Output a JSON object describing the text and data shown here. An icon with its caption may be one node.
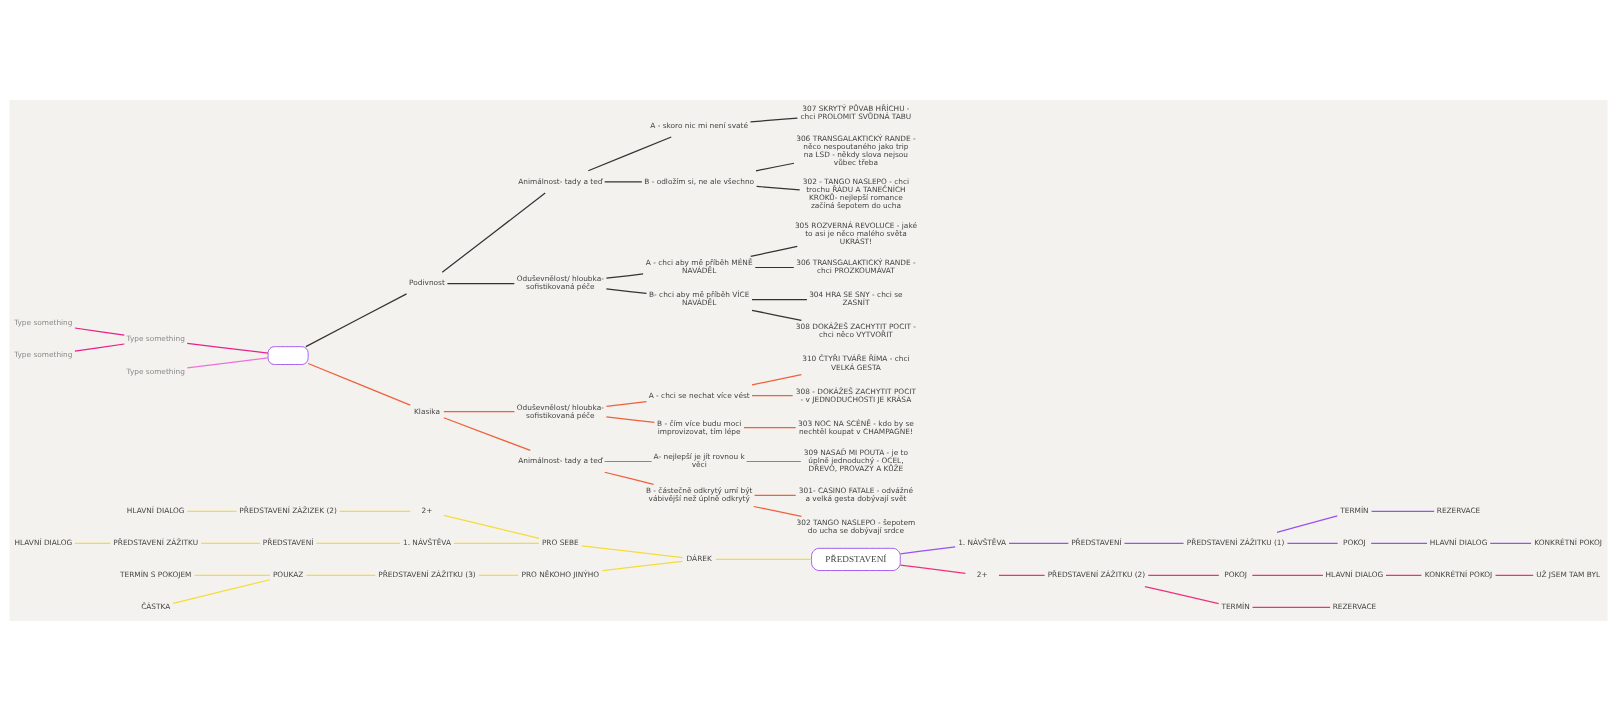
{
  "diagram": {
    "nodes": [
      {
        "text": [
          "HLAVNÍ DIALOG"
        ]
      },
      {
        "text": [
          "PŘEDSTAVENÍ ZÁŽITKU"
        ]
      },
      {
        "text": [
          "PŘEDSTAVENÍ"
        ]
      },
      {
        "text": [
          "1. NÁVŠTĚVA"
        ]
      },
      {
        "text": [
          "HLAVNÍ DIALOG"
        ]
      },
      {
        "text": [
          "PŘEDSTAVENÍ ZÁŽIZEK (2)"
        ]
      },
      {
        "text": [
          "2+"
        ]
      },
      {
        "text": [
          "PRO SEBE"
        ]
      },
      {
        "text": [
          "ČÁSTKA"
        ]
      },
      {
        "text": [
          "TERMÍN S POKOJEM"
        ]
      },
      {
        "text": [
          "POUKAZ"
        ]
      },
      {
        "text": [
          "PŘEDSTAVENÍ ZÁŽITKU (3)"
        ]
      },
      {
        "text": [
          "PRO NĚKOHO JINÝHO"
        ]
      },
      {
        "text": [
          "DÁREK"
        ]
      },
      {
        "text": [
          "PŘEDSTAVENÍ"
        ]
      },
      {
        "text": [
          "1. NÁVŠTĚVA"
        ]
      },
      {
        "text": [
          "PŘEDSTAVENÍ"
        ]
      },
      {
        "text": [
          "PŘEDSTAVENÍ ZÁŽITKU (1)"
        ]
      },
      {
        "text": [
          "TERMÍN"
        ]
      },
      {
        "text": [
          "REZERVACE"
        ]
      },
      {
        "text": [
          "POKOJ"
        ]
      },
      {
        "text": [
          "HLAVNÍ DIALOG"
        ]
      },
      {
        "text": [
          "KONKRÉTNÍ POKOJ"
        ]
      },
      {
        "text": [
          "2+"
        ]
      },
      {
        "text": [
          "PŘEDSTAVENÍ ZÁŽITKU (2)"
        ]
      },
      {
        "text": [
          "TERMÍN"
        ]
      },
      {
        "text": [
          "REZERVACE"
        ]
      },
      {
        "text": [
          "POKOJ"
        ]
      },
      {
        "text": [
          "HLAVNÍ DIALOG"
        ]
      },
      {
        "text": [
          "KONKRÉTNÍ POKOJ"
        ]
      },
      {
        "text": [
          "UŽ JSEM TAM BYL"
        ]
      },
      {
        "text": [
          "Type something"
        ]
      },
      {
        "text": [
          "Type something"
        ]
      },
      {
        "text": [
          "Type something"
        ]
      },
      {
        "text": [
          "Type something"
        ]
      },
      {
        "text": [],
        "shape": "box"
      },
      {
        "text": [
          "Podivnost"
        ]
      },
      {
        "text": [
          "Animálnost- tady a teď"
        ]
      },
      {
        "text": [
          "A - skoro nic mi není svaté"
        ]
      },
      {
        "text": [
          "307 SKRYTÝ PŮVAB HŘÍCHU - chci PROLOMIT SVŮDNÁ TABU"
        ]
      },
      {
        "text": [
          "B - odložím si, ne ale všechno"
        ]
      },
      {
        "text": [
          "306 TRANSGALAKTICKÝ RANDE - něco nespoutaného jako trip na LSD - někdy slova nejsou vůbec třeba"
        ]
      },
      {
        "text": [
          "302 - TANGO NASLEPO - chci trochu ŘÁDU A TANEČNÍCH KROKŮ- nejlepší romance začíná šepotem do ucha"
        ]
      },
      {
        "text": [
          "Oduševnělost/ hloubka- sofistikovaná péče"
        ]
      },
      {
        "text": [
          "A - chci aby mě příběh MÉNĚ NAVÁDĚL"
        ]
      },
      {
        "text": [
          "305 ROZVERNÁ REVOLUCE - jaké to asi je něco malého světa UKRÁST!"
        ]
      },
      {
        "text": [
          "306 TRANSGALAKTICKÝ RANDE - chci PROZKOUMÁVAT"
        ]
      },
      {
        "text": [
          "B- chci aby mě příběh VÍCE NAVÁDĚL"
        ]
      },
      {
        "text": [
          "304 HRA SE SNY - chci se ZASNÍT"
        ]
      },
      {
        "text": [
          "308 DOKÁŽEŠ ZACHYTIT POCIT - chci něco VYTVOŘIT"
        ]
      },
      {
        "text": [
          "Klasika"
        ]
      },
      {
        "text": [
          "Oduševnělost/ hloubka- sofistikovaná péče"
        ]
      },
      {
        "text": [
          "A - chci se nechat více vést"
        ]
      },
      {
        "text": [
          "310 ČTYŘI TVÁŘE ŘÍMA - chci VELKÁ GESTA"
        ]
      },
      {
        "text": [
          "308 - DOKÁŽEŠ ZACHYTIT POCIT - v JEDNODUCHOSTI JE KRÁSA"
        ]
      },
      {
        "text": [
          "B - čím více budu moci improvizovat, tím lépe"
        ]
      },
      {
        "text": [
          "303 NOC NA SCÉNĚ - kdo by se nechtěl koupat v CHAMPAGNE!"
        ]
      },
      {
        "text": [
          "Animálnost- tady a teď"
        ]
      },
      {
        "text": [
          "A- nejlepší je jít rovnou k věci"
        ]
      },
      {
        "text": [
          "309 NASAĎ MI POUTA - je to úplně jednoduchý - OCEL, DŘEVO, PROVAZY A KŮŽE"
        ]
      },
      {
        "text": [
          "B - částečně odkrytý umí být vábivější než úplně odkrytý"
        ]
      },
      {
        "text": [
          "301- CASINO FATALE - odvážné a velká gesta dobývají svět"
        ]
      },
      {
        "text": [
          "302 TANGO NASLEPO - šepotem do ucha se dobývají srdce"
        ]
      }
    ],
    "edges": [
      {
        "from": 0,
        "to": 1,
        "arrow": "none",
        "color": "#f5dc3a"
      },
      {
        "from": 1,
        "to": 2,
        "arrow": "none",
        "color": "#f5dc3a"
      },
      {
        "from": 2,
        "to": 3,
        "arrow": "none",
        "color": "#f5dc3a"
      },
      {
        "from": 3,
        "to": 7,
        "arrow": "none",
        "color": "#f5dc3a"
      },
      {
        "from": 4,
        "to": 5,
        "arrow": "none",
        "color": "#f5dc3a"
      },
      {
        "from": 5,
        "to": 6,
        "arrow": "none",
        "color": "#f5dc3a"
      },
      {
        "from": 6,
        "to": 7,
        "arrow": "none",
        "color": "#f5dc3a"
      },
      {
        "from": 7,
        "to": 13,
        "arrow": "none",
        "color": "#f5dc3a"
      },
      {
        "from": 8,
        "to": 10,
        "arrow": "none",
        "color": "#f5dc3a"
      },
      {
        "from": 9,
        "to": 10,
        "arrow": "none",
        "color": "#f5dc3a"
      },
      {
        "from": 10,
        "to": 11,
        "arrow": "none",
        "color": "#f5dc3a"
      },
      {
        "from": 11,
        "to": 12,
        "arrow": "none",
        "color": "#f5dc3a"
      },
      {
        "from": 12,
        "to": 13,
        "arrow": "none",
        "color": "#f5dc3a"
      },
      {
        "from": 13,
        "to": 14,
        "arrow": "none",
        "color": "#f5dc3a"
      },
      {
        "from": 14,
        "to": 15,
        "arrow": "none",
        "color": "#9b51f0"
      },
      {
        "from": 15,
        "to": 16,
        "arrow": "none",
        "color": "#9b51f0"
      },
      {
        "from": 16,
        "to": 17,
        "arrow": "none",
        "color": "#9b51f0"
      },
      {
        "from": 17,
        "to": 18,
        "arrow": "none",
        "color": "#9b51f0"
      },
      {
        "from": 18,
        "to": 19,
        "arrow": "none",
        "color": "#9b51f0"
      },
      {
        "from": 17,
        "to": 20,
        "arrow": "none",
        "color": "#9b51f0"
      },
      {
        "from": 20,
        "to": 21,
        "arrow": "none",
        "color": "#9b51f0"
      },
      {
        "from": 21,
        "to": 22,
        "arrow": "none",
        "color": "#9b51f0"
      },
      {
        "from": 14,
        "to": 23,
        "arrow": "none",
        "color": "#f0307f"
      },
      {
        "from": 23,
        "to": 24,
        "arrow": "none",
        "color": "#f0307f"
      },
      {
        "from": 24,
        "to": 25,
        "arrow": "none",
        "color": "#f0307f"
      },
      {
        "from": 25,
        "to": 26,
        "arrow": "none",
        "color": "#f0307f"
      },
      {
        "from": 24,
        "to": 27,
        "arrow": "none",
        "color": "#f0307f"
      },
      {
        "from": 27,
        "to": 28,
        "arrow": "none",
        "color": "#f0307f"
      },
      {
        "from": 28,
        "to": 29,
        "arrow": "none",
        "color": "#f0307f"
      },
      {
        "from": 29,
        "to": 30,
        "arrow": "none",
        "color": "#f0307f"
      },
      {
        "from": 31,
        "to": 34,
        "arrow": "none",
        "color": "#e8208a"
      },
      {
        "from": 32,
        "to": 34,
        "arrow": "none",
        "color": "#e8208a"
      },
      {
        "from": 33,
        "to": 35,
        "arrow": "none",
        "color": "#f070d8"
      },
      {
        "from": 34,
        "to": 35,
        "arrow": "none",
        "color": "#e8208a"
      },
      {
        "from": 35,
        "to": 36,
        "arrow": "none",
        "color": "#333333"
      },
      {
        "from": 36,
        "to": 37,
        "arrow": "none",
        "color": "#333333"
      },
      {
        "from": 37,
        "to": 38,
        "arrow": "none",
        "color": "#333333"
      },
      {
        "from": 38,
        "to": 39,
        "arrow": "none",
        "color": "#333333"
      },
      {
        "from": 37,
        "to": 40,
        "arrow": "none",
        "color": "#333333"
      },
      {
        "from": 40,
        "to": 41,
        "arrow": "none",
        "color": "#333333"
      },
      {
        "from": 40,
        "to": 42,
        "arrow": "none",
        "color": "#333333"
      },
      {
        "from": 36,
        "to": 43,
        "arrow": "none",
        "color": "#333333"
      },
      {
        "from": 43,
        "to": 44,
        "arrow": "none",
        "color": "#333333"
      },
      {
        "from": 44,
        "to": 45,
        "arrow": "none",
        "color": "#333333"
      },
      {
        "from": 44,
        "to": 46,
        "arrow": "none",
        "color": "#333333"
      },
      {
        "from": 43,
        "to": 47,
        "arrow": "none",
        "color": "#333333"
      },
      {
        "from": 47,
        "to": 48,
        "arrow": "none",
        "color": "#333333"
      },
      {
        "from": 47,
        "to": 49,
        "arrow": "none",
        "color": "#333333"
      },
      {
        "from": 35,
        "to": 50,
        "arrow": "none",
        "color": "#f0603a"
      },
      {
        "from": 50,
        "to": 51,
        "arrow": "none",
        "color": "#f0603a"
      },
      {
        "from": 51,
        "to": 52,
        "arrow": "none",
        "color": "#f0603a"
      },
      {
        "from": 52,
        "to": 53,
        "arrow": "none",
        "color": "#f0603a"
      },
      {
        "from": 52,
        "to": 54,
        "arrow": "none",
        "color": "#f0603a"
      },
      {
        "from": 51,
        "to": 55,
        "arrow": "none",
        "color": "#f0603a"
      },
      {
        "from": 55,
        "to": 56,
        "arrow": "none",
        "color": "#f0603a"
      },
      {
        "from": 50,
        "to": 57,
        "arrow": "none",
        "color": "#f0603a"
      },
      {
        "from": 57,
        "to": 58,
        "arrow": "none",
        "color": "#f0603a"
      },
      {
        "from": 58,
        "to": 59,
        "arrow": "none",
        "color": "#f0603a"
      },
      {
        "from": 57,
        "to": 60,
        "arrow": "none",
        "color": "#f0603a"
      },
      {
        "from": 60,
        "to": 61,
        "arrow": "none",
        "color": "#f0603a"
      },
      {
        "from": 60,
        "to": 62,
        "arrow": "none",
        "color": "#f0603a"
      }
    ]
  }
}
